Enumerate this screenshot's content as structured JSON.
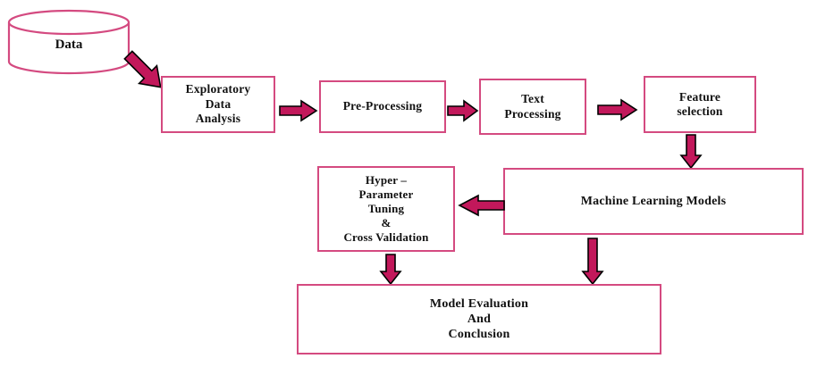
{
  "diagram": {
    "title": "Machine Learning Pipeline Flowchart",
    "colors": {
      "box_border": "#d44a80",
      "arrow_fill": "#c2185b",
      "arrow_outline": "#000000",
      "cylinder_outline": "#d44a80",
      "text": "#111111",
      "background": "#ffffff"
    },
    "nodes": [
      {
        "id": "data",
        "shape": "cylinder",
        "label": "Data"
      },
      {
        "id": "eda",
        "shape": "rect",
        "label": "Exploratory\nData\nAnalysis"
      },
      {
        "id": "preprocessing",
        "shape": "rect",
        "label": "Pre-Processing"
      },
      {
        "id": "textprocessing",
        "shape": "rect",
        "label": "Text\nProcessing"
      },
      {
        "id": "featureselection",
        "shape": "rect",
        "label": "Feature\nselection"
      },
      {
        "id": "mlmodels",
        "shape": "rect",
        "label": "Machine Learning Models"
      },
      {
        "id": "hyperparam",
        "shape": "rect",
        "label": "Hyper –\nParameter\nTuning\n&\nCross Validation"
      },
      {
        "id": "modeleval",
        "shape": "rect",
        "label": "Model Evaluation\nAnd\nConclusion"
      }
    ],
    "edges": [
      {
        "id": "data-eda",
        "from": "data",
        "to": "eda",
        "direction": "down-right"
      },
      {
        "id": "eda-pre",
        "from": "eda",
        "to": "preprocessing",
        "direction": "right"
      },
      {
        "id": "pre-text",
        "from": "preprocessing",
        "to": "textprocessing",
        "direction": "right"
      },
      {
        "id": "text-feature",
        "from": "textprocessing",
        "to": "featureselection",
        "direction": "right"
      },
      {
        "id": "feature-ml",
        "from": "featureselection",
        "to": "mlmodels",
        "direction": "down"
      },
      {
        "id": "ml-hyper",
        "from": "mlmodels",
        "to": "hyperparam",
        "direction": "left"
      },
      {
        "id": "hyper-eval",
        "from": "hyperparam",
        "to": "modeleval",
        "direction": "down"
      },
      {
        "id": "ml-eval",
        "from": "mlmodels",
        "to": "modeleval",
        "direction": "down"
      }
    ]
  }
}
